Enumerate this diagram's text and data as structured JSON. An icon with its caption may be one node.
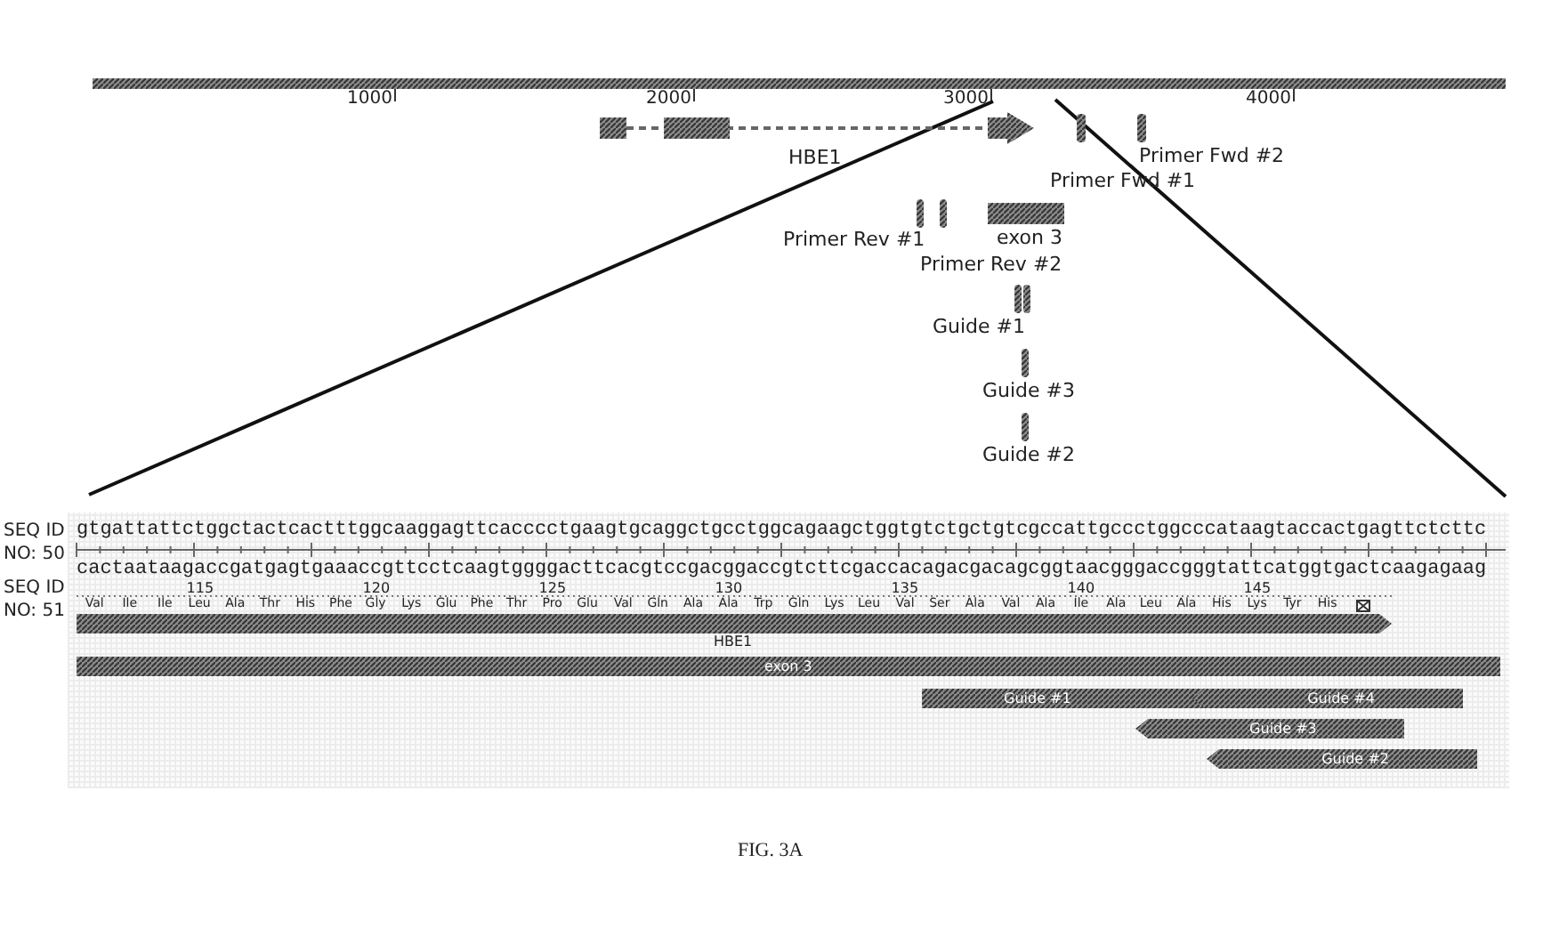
{
  "diagram": {
    "caption": "FIG. 3A",
    "nodes": [
      {
        "text": [
          "HBE1"
        ]
      },
      {
        "text": [
          "Primer Fwd #1"
        ]
      },
      {
        "text": [
          "Primer Fwd #2"
        ]
      },
      {
        "text": [
          "Primer Rev #1"
        ]
      },
      {
        "text": [
          "Primer Rev #2"
        ]
      },
      {
        "text": [
          "exon 3"
        ]
      },
      {
        "text": [
          "Guide #1"
        ]
      },
      {
        "text": [
          "Guide #3"
        ]
      },
      {
        "text": [
          "Guide #2"
        ]
      },
      {
        "text": [
          "HBE1"
        ]
      },
      {
        "text": [
          "exon 3"
        ]
      },
      {
        "text": [
          "Guide #1"
        ]
      },
      {
        "text": [
          "Guide #4"
        ]
      },
      {
        "text": [
          "Guide #3"
        ]
      },
      {
        "text": [
          "Guide #2"
        ]
      }
    ],
    "labels": [
      "1000",
      "2000",
      "3000",
      "4000",
      "SEQ ID NO: 50",
      "gtgattattctggctactcactttggcaaggagttcacccctgaagtgcaggctgcctggcagaagctggtgtctgctgtcgccattgccctggcccataagtaccactgagttctcttc",
      "cactaataagaccgatgagtgaaaccgttcctcaagtggggacttcacgtccgacggaccgtcttcgaccacagacgacagcggtaacgggaccgggtattcatggtgactcaagagaag",
      "SEQ ID NO: 51",
      "115",
      "120",
      "125",
      "130",
      "135",
      "140",
      "145",
      "Val",
      "Ile",
      "Ile",
      "Leu",
      "Ala",
      "Thr",
      "His",
      "Phe",
      "Gly",
      "Lys",
      "Glu",
      "Phe",
      "Thr",
      "Pro",
      "Glu",
      "Val",
      "Gln",
      "Ala",
      "Ala",
      "Trp",
      "Gln",
      "Lys",
      "Leu",
      "Val",
      "Ser",
      "Ala",
      "Val",
      "Ala",
      "Ile",
      "Ala",
      "Leu",
      "Ala",
      "His",
      "Lys",
      "Tyr",
      "His"
    ]
  }
}
